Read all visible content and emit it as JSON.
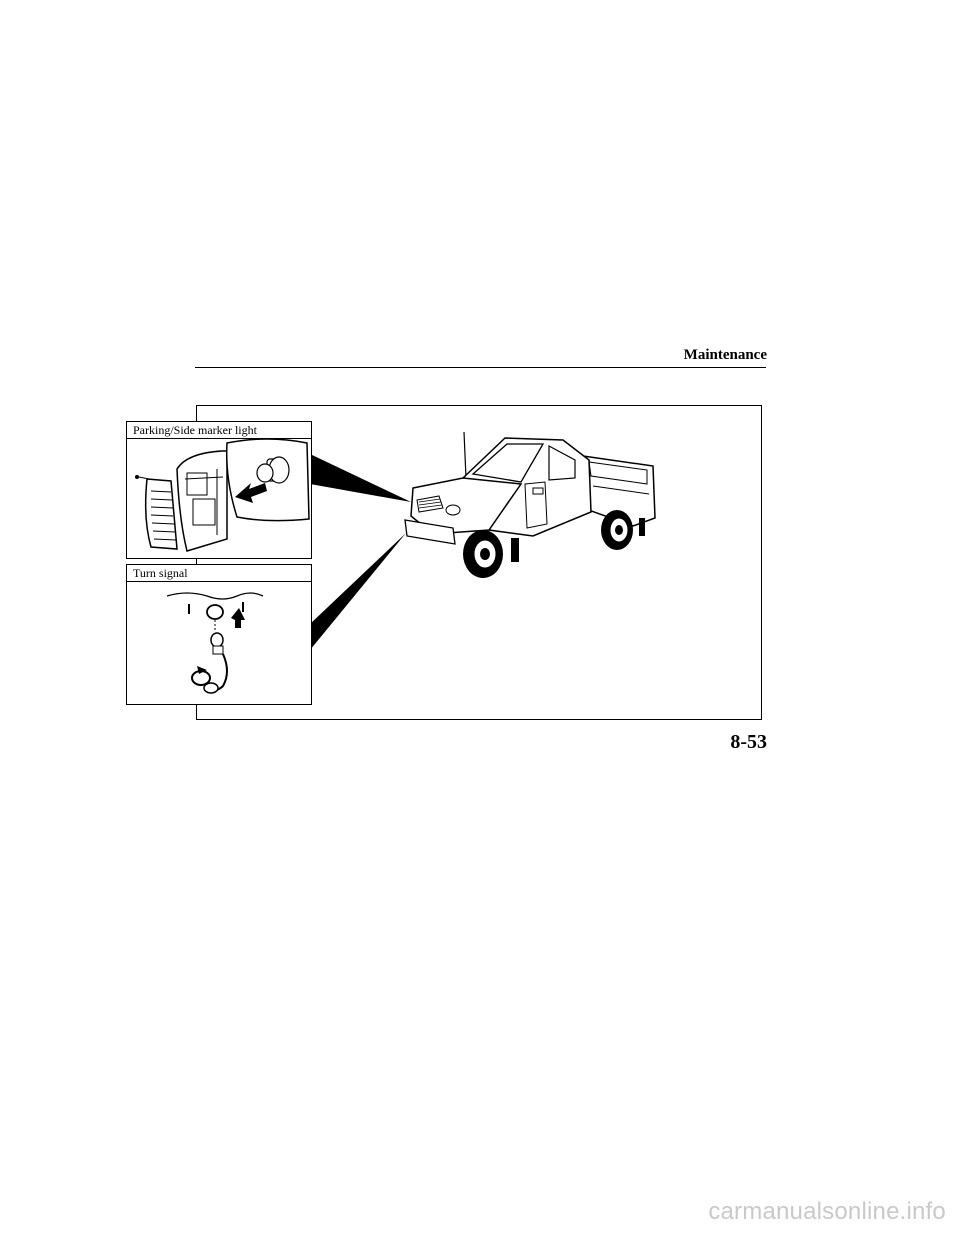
{
  "header": {
    "section_title": "Maintenance"
  },
  "figure": {
    "inset_parking": {
      "label": "Parking/Side marker light"
    },
    "inset_turn": {
      "label": "Turn signal"
    }
  },
  "footer": {
    "page_number": "8-53"
  },
  "watermark": {
    "text": "carmanualsonline.info"
  }
}
